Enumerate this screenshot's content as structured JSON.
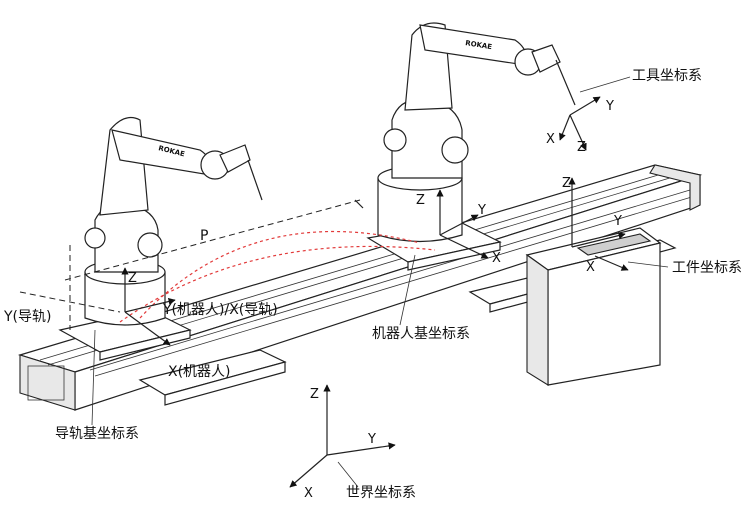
{
  "labels": {
    "tool_frame": "工具坐标系",
    "workpiece_frame": "工件坐标系",
    "robot_base_frame": "机器人基坐标系",
    "rail_base_frame": "导轨基坐标系",
    "world_frame": "世界坐标系",
    "p": "P",
    "y_rail": "Y(导轨)",
    "y_robot_x_rail": "Y(机器人)/X(导轨)",
    "x_robot": "X(机器人)"
  },
  "brand": "ROKAE",
  "axes": {
    "x": "X",
    "y": "Y",
    "z": "Z"
  }
}
